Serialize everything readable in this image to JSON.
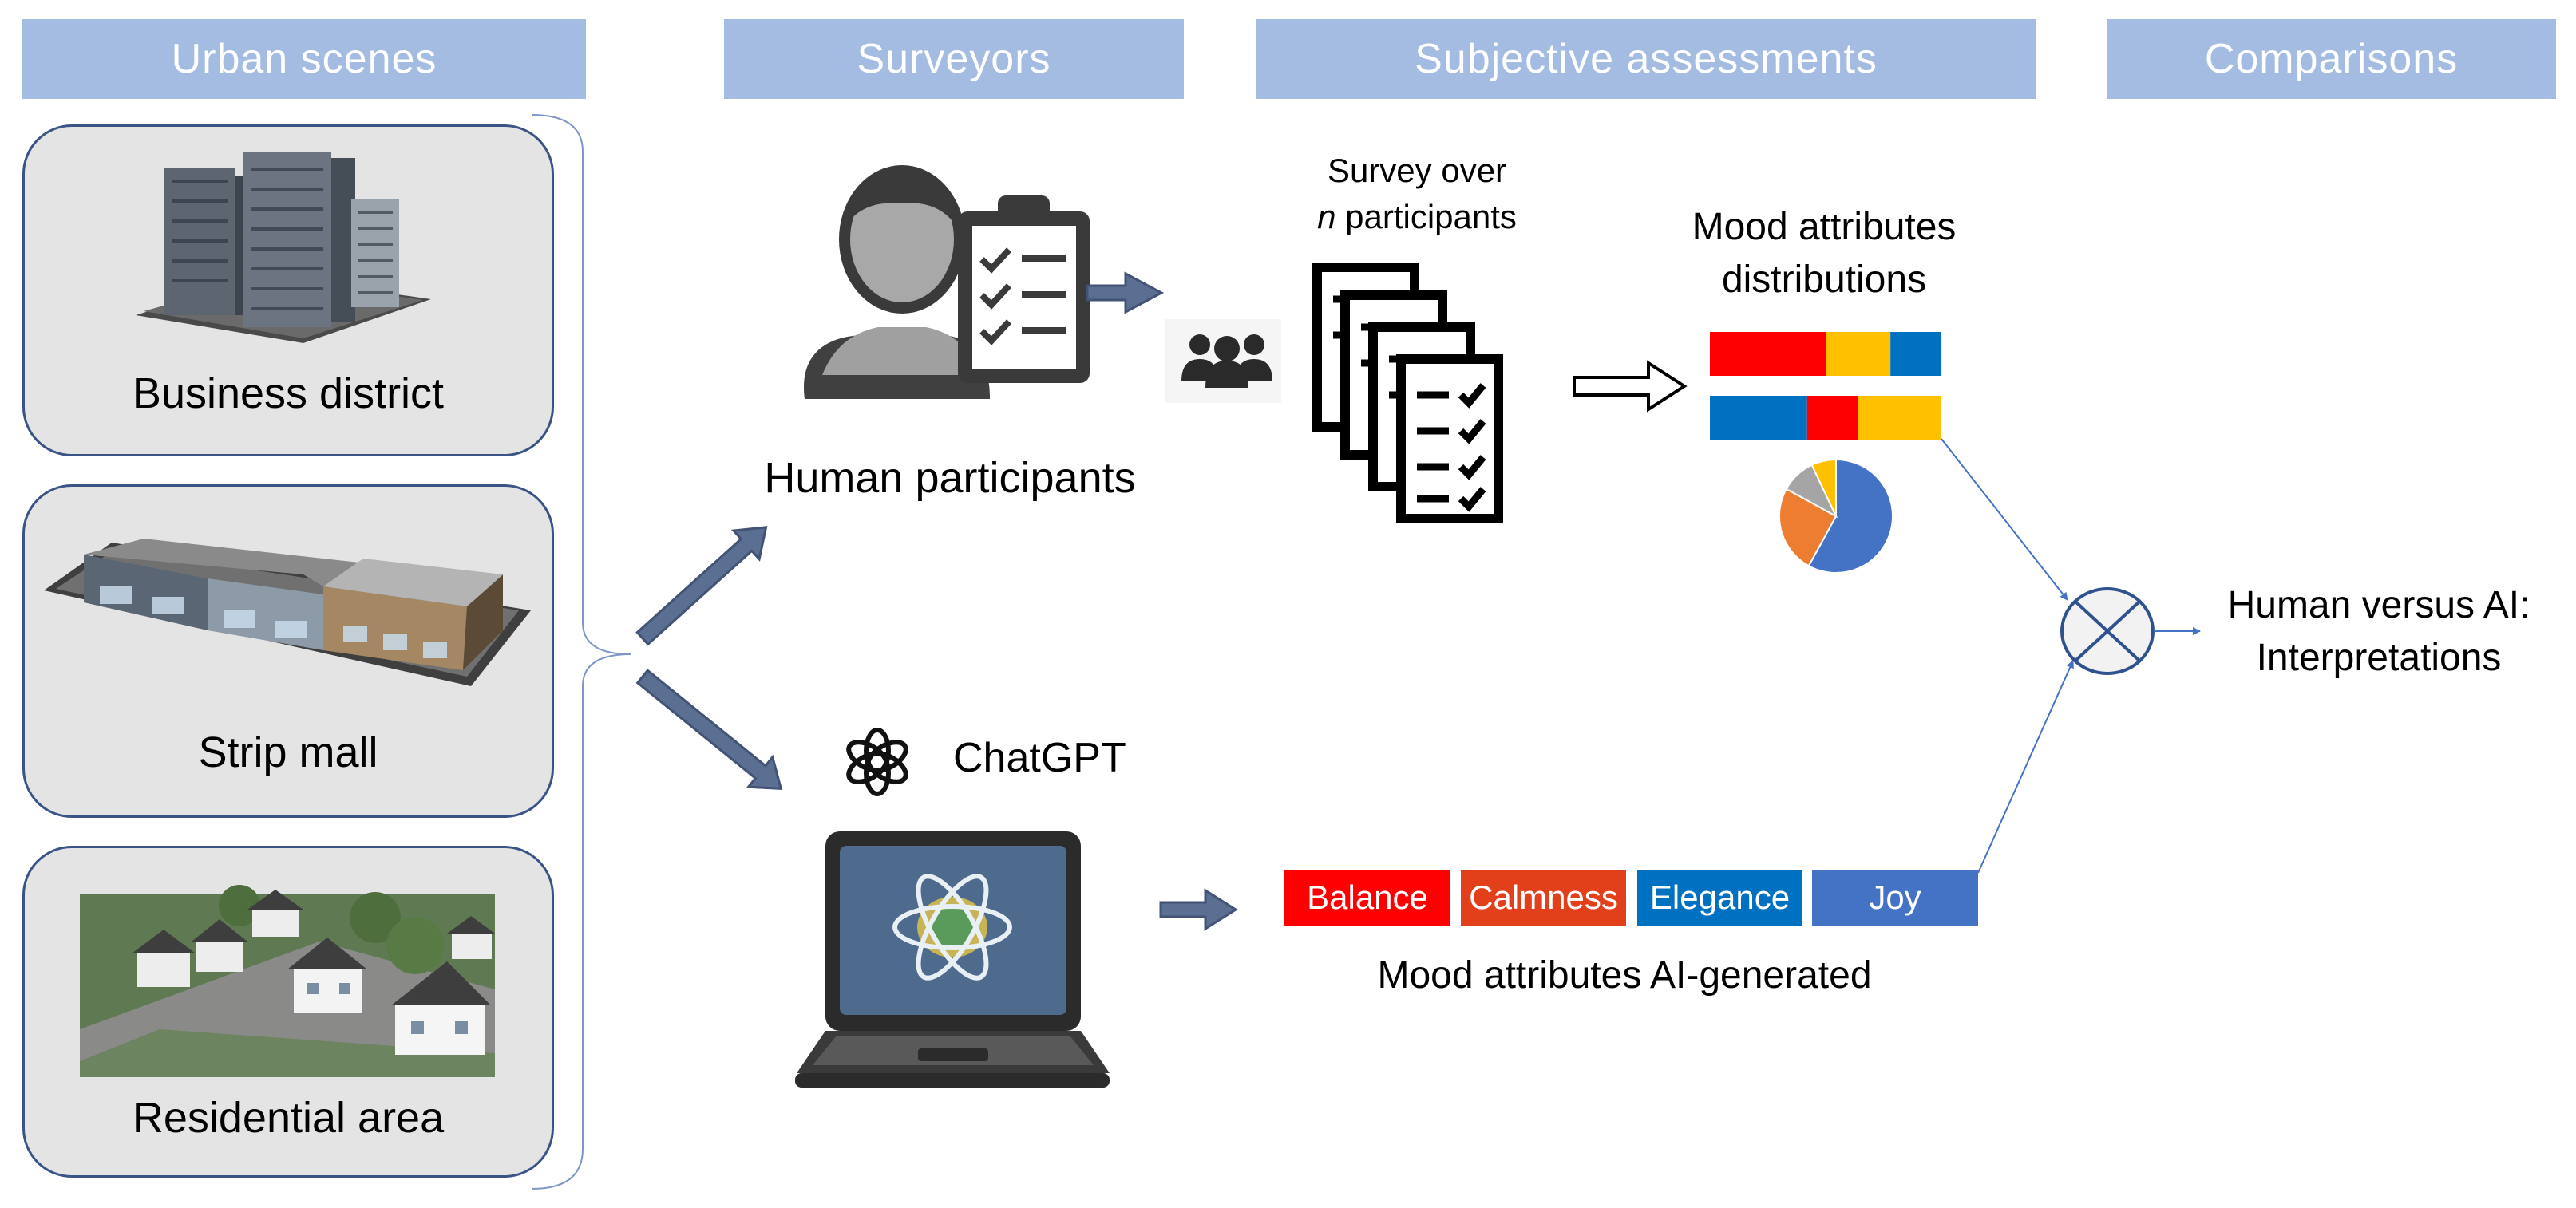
{
  "headers": {
    "urban_scenes": "Urban scenes",
    "surveyors": "Surveyors",
    "subjective_assessments": "Subjective assessments",
    "comparisons": "Comparisons"
  },
  "scenes": [
    {
      "label": "Business district",
      "icon": "business-district-illustration"
    },
    {
      "label": "Strip mall",
      "icon": "strip-mall-illustration"
    },
    {
      "label": "Residential area",
      "icon": "residential-area-illustration"
    }
  ],
  "human": {
    "label": "Human participants",
    "survey_line1": "Survey over",
    "survey_n": "n",
    "survey_line2": " participants",
    "mood_dist_line1": "Mood attributes",
    "mood_dist_line2": "distributions",
    "bar1": [
      {
        "value": 0.5,
        "color": "#ff0000"
      },
      {
        "value": 0.28,
        "color": "#ffc000"
      },
      {
        "value": 0.22,
        "color": "#0070c0"
      }
    ],
    "bar2": [
      {
        "value": 0.42,
        "color": "#0070c0"
      },
      {
        "value": 0.22,
        "color": "#ff0000"
      },
      {
        "value": 0.36,
        "color": "#ffc000"
      }
    ],
    "pie": [
      {
        "value": 0.58,
        "color": "#4472c4"
      },
      {
        "value": 0.25,
        "color": "#ed7d31"
      },
      {
        "value": 0.1,
        "color": "#a5a5a5"
      },
      {
        "value": 0.07,
        "color": "#ffc000"
      }
    ]
  },
  "ai": {
    "name": "ChatGPT",
    "moods": [
      {
        "label": "Balance",
        "color": "#ff0000"
      },
      {
        "label": "Calmness",
        "color": "#e2401a"
      },
      {
        "label": "Elegance",
        "color": "#0070c0"
      },
      {
        "label": "Joy",
        "color": "#4472c4"
      }
    ],
    "moods_caption": "Mood attributes AI-generated"
  },
  "comparison": {
    "line1": "Human versus AI:",
    "line2": "Interpretations"
  },
  "colors": {
    "header_bg": "#a4bbe2",
    "card_border": "#3b5486",
    "arrow_fill": "#5b6f93",
    "connector": "#4472c4"
  }
}
